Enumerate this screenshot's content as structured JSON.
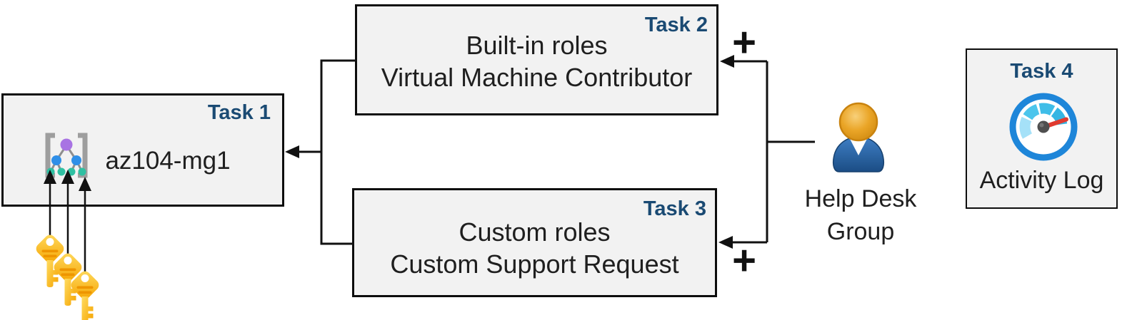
{
  "task1": {
    "label": "Task 1",
    "title": "az104-mg1"
  },
  "task2": {
    "label": "Task 2",
    "line1": "Built-in roles",
    "line2": "Virtual Machine Contributor",
    "plus": "+"
  },
  "task3": {
    "label": "Task 3",
    "line1": "Custom roles",
    "line2": "Custom Support Request",
    "plus": "+"
  },
  "task4": {
    "label": "Task 4",
    "caption": "Activity Log"
  },
  "actor": {
    "line1": "Help Desk",
    "line2": "Group"
  },
  "icons": {
    "task1": "management-group-icon",
    "task4": "activity-log-gauge-icon",
    "actor": "person-icon",
    "bottom_left": "three-keys-icon"
  },
  "colors": {
    "background": "#ffffff",
    "box_fill": "#f2f2f2",
    "box_border": "#0d0d0d",
    "task_label_navy": "#1a4a73",
    "body_text": "#1f1f1f",
    "connector_black": "#111111",
    "key_gold": "#f9b200",
    "key_stripe_orange": "#ee9500",
    "gauge_ring_blue": "#1e86d9",
    "gauge_arc_cyan": "#3ebde8",
    "gauge_arc_pale": "#a5e1f8",
    "gauge_needle_red": "#e03a2f",
    "person_body_blue": "#2e6cb4",
    "person_head_gold": "#eaa527",
    "mg_purple": "#a873e3",
    "mg_blue": "#2f8fe8",
    "mg_teal": "#2fc0a2"
  }
}
